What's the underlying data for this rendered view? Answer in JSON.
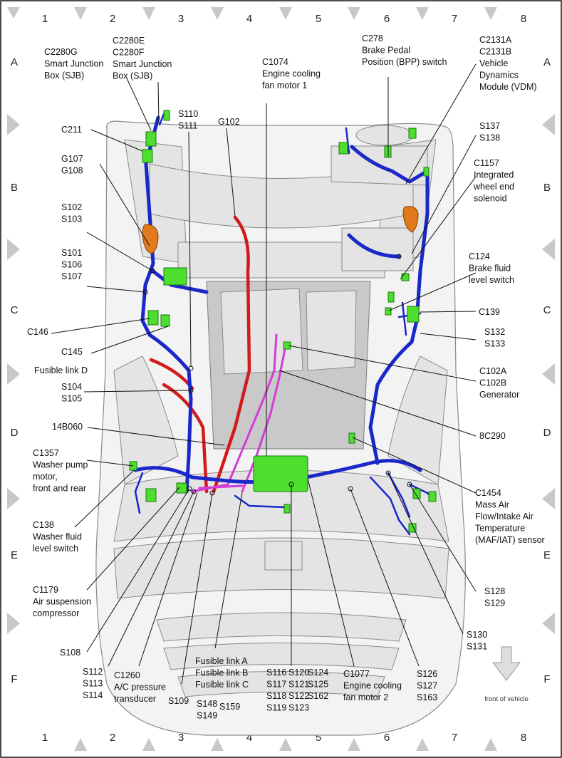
{
  "grid": {
    "columns": [
      "1",
      "2",
      "3",
      "4",
      "5",
      "6",
      "7",
      "8"
    ],
    "rows": [
      "A",
      "B",
      "C",
      "D",
      "E",
      "F"
    ]
  },
  "labels": {
    "c2280g": [
      "C2280G",
      "Smart Junction",
      "Box (SJB)"
    ],
    "c2280ef": [
      "C2280E",
      "C2280F",
      "Smart Junction",
      "Box (SJB)"
    ],
    "s110": [
      "S110",
      "S111"
    ],
    "g102": [
      "G102"
    ],
    "c1074": [
      "C1074",
      "Engine cooling",
      "fan motor 1"
    ],
    "c278": [
      "C278",
      "Brake Pedal",
      "Position (BPP) switch"
    ],
    "c2131": [
      "C2131A",
      "C2131B",
      "Vehicle",
      "Dynamics",
      "Module (VDM)"
    ],
    "c211": [
      "C211"
    ],
    "g107": [
      "G107",
      "G108"
    ],
    "s137": [
      "S137",
      "S138"
    ],
    "c1157": [
      "C1157",
      "Integrated",
      "wheel end",
      "solenoid"
    ],
    "s102": [
      "S102",
      "S103"
    ],
    "s101": [
      "S101",
      "S106",
      "S107"
    ],
    "c124": [
      "C124",
      "Brake fluid",
      "level switch"
    ],
    "c139": [
      "C139"
    ],
    "c146": [
      "C146"
    ],
    "c145": [
      "C145"
    ],
    "s132": [
      "S132",
      "S133"
    ],
    "fusibled": [
      "Fusible link D"
    ],
    "c102": [
      "C102A",
      "C102B",
      "Generator"
    ],
    "s104": [
      "S104",
      "S105"
    ],
    "c14b060": [
      "14B060"
    ],
    "c8c290": [
      "8C290"
    ],
    "c1357": [
      "C1357",
      "Washer pump",
      "motor,",
      "front and rear"
    ],
    "c1454": [
      "C1454",
      "Mass Air",
      "Flow/Intake Air",
      "Temperature",
      "(MAF/IAT) sensor"
    ],
    "c138": [
      "C138",
      "Washer fluid",
      "level switch"
    ],
    "c1179": [
      "C1179",
      "Air suspension",
      "compressor"
    ],
    "s128": [
      "S128",
      "S129"
    ],
    "s130": [
      "S130",
      "S131"
    ],
    "s108": [
      "S108"
    ],
    "s112": [
      "S112",
      "S113",
      "S114"
    ],
    "c1260": [
      "C1260",
      "A/C pressure",
      "transducer"
    ],
    "s109": [
      "S109"
    ],
    "fusibleabc": [
      "Fusible link A",
      "Fusible link B",
      "Fusible link C"
    ],
    "s148": [
      "S148",
      "S149"
    ],
    "s159": [
      "S159"
    ],
    "s116": [
      "S116",
      "S117",
      "S118",
      "S119"
    ],
    "s120": [
      "S120",
      "S121",
      "S122",
      "S123"
    ],
    "s124": [
      "S124",
      "S125",
      "S162"
    ],
    "c1077": [
      "C1077",
      "Engine cooling",
      "fan motor 2"
    ],
    "s126": [
      "S126",
      "S127",
      "S163"
    ]
  },
  "front_of_vehicle": "front of vehicle",
  "colors": {
    "harness": "#1a27c9",
    "battery_cable": "#d21a1a",
    "generator_cable": "#d43bd8",
    "connector": "#4ede2d",
    "grounding": "#e07a1c"
  }
}
